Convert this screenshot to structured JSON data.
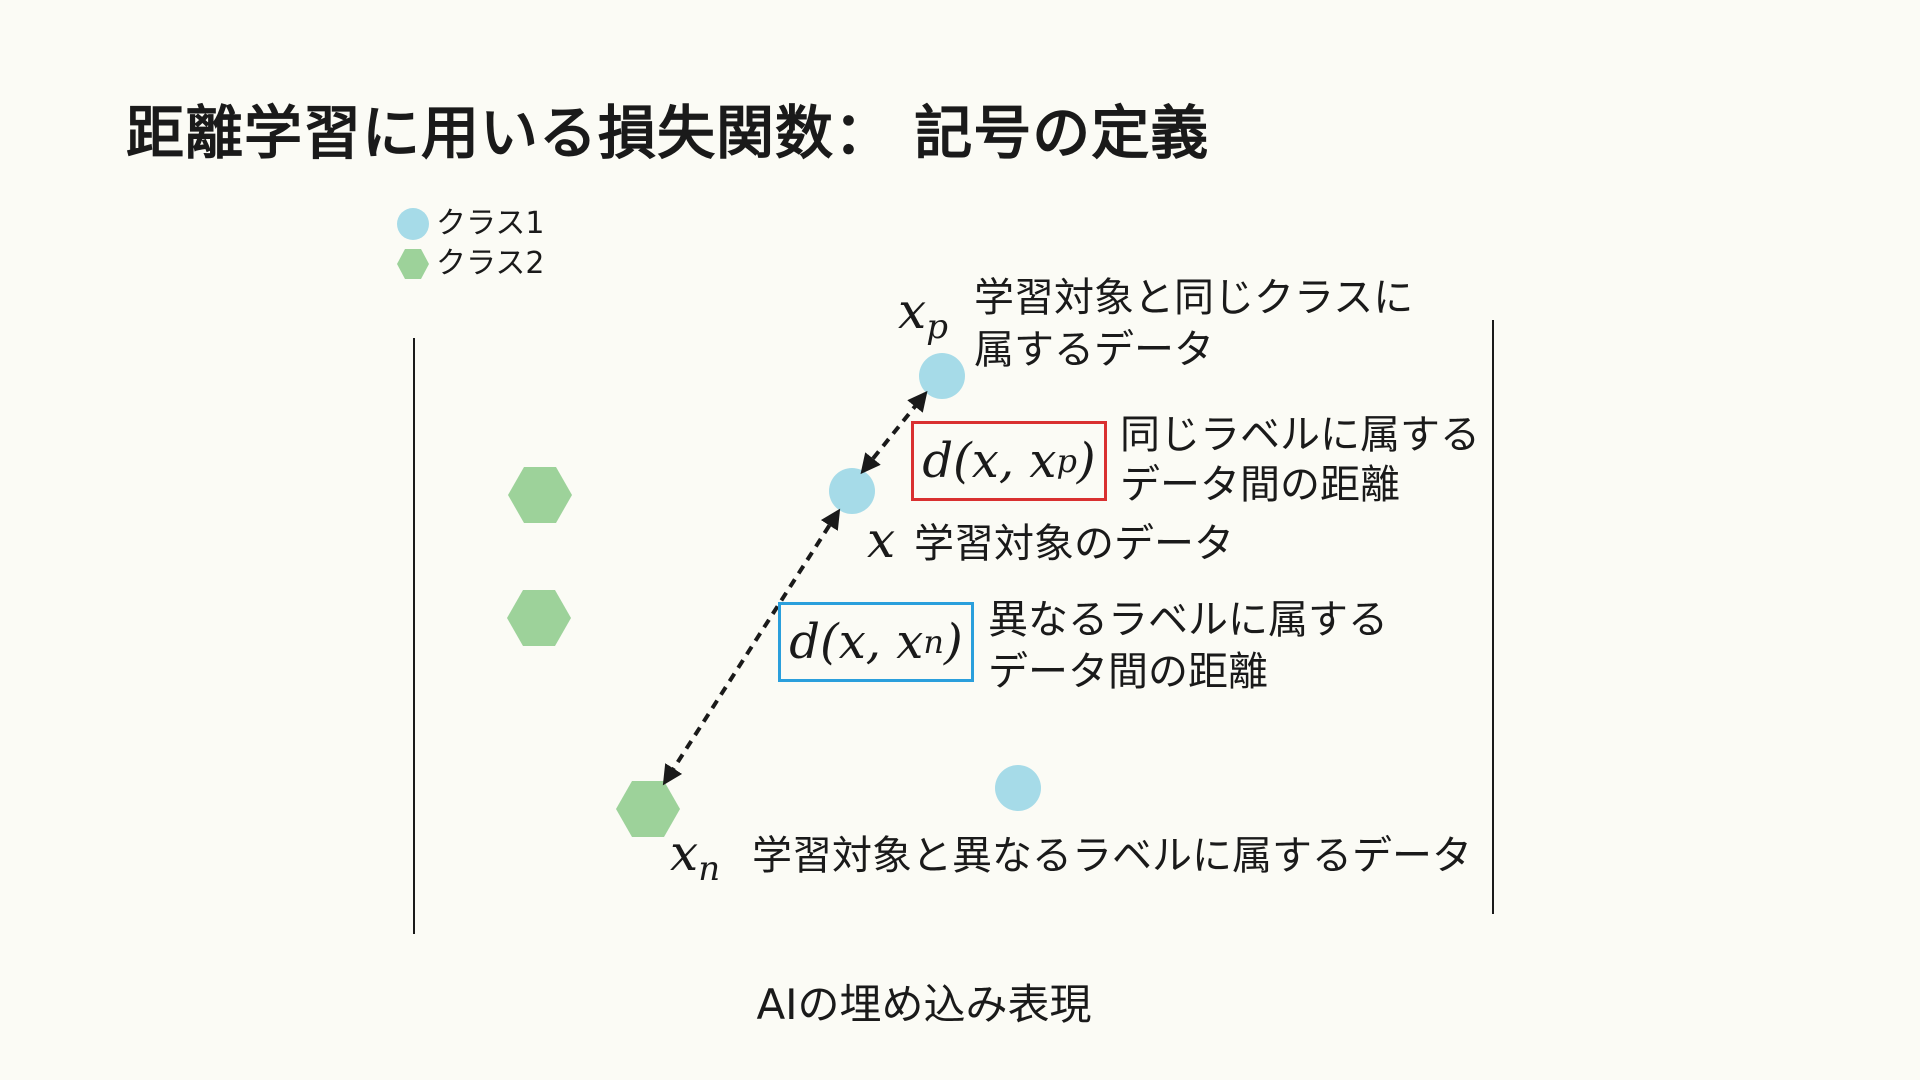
{
  "title": "距離学習に用いる損失関数： 記号の定義",
  "legend": [
    {
      "label": "クラス1",
      "shape": "circle",
      "color": "#a6dbe8"
    },
    {
      "label": "クラス2",
      "shape": "hexagon",
      "color": "#9dd29a"
    }
  ],
  "colors": {
    "class1": "#a6dbe8",
    "class2": "#9dd29a",
    "positive_box": "#d93030",
    "negative_box": "#2a9fdc"
  },
  "symbols": {
    "xp": {
      "base": "x",
      "sub": "p"
    },
    "x": {
      "base": "x"
    },
    "xn": {
      "base": "x",
      "sub": "n"
    },
    "d_pos": {
      "prefix": "d(x, x",
      "sub": "p",
      "suffix": ")"
    },
    "d_neg": {
      "prefix": "d(x, x",
      "sub": "n",
      "suffix": ")"
    }
  },
  "labels": {
    "xp_line1": "学習対象と同じクラスに",
    "xp_line2": "属するデータ",
    "d_pos_line1": "同じラベルに属する",
    "d_pos_line2": "データ間の距離",
    "x_desc": "学習対象のデータ",
    "d_neg_line1": "異なるラベルに属する",
    "d_neg_line2": "データ間の距離",
    "xn_desc": "学習対象と異なるラベルに属するデータ"
  },
  "caption": "AIの埋め込み表現"
}
